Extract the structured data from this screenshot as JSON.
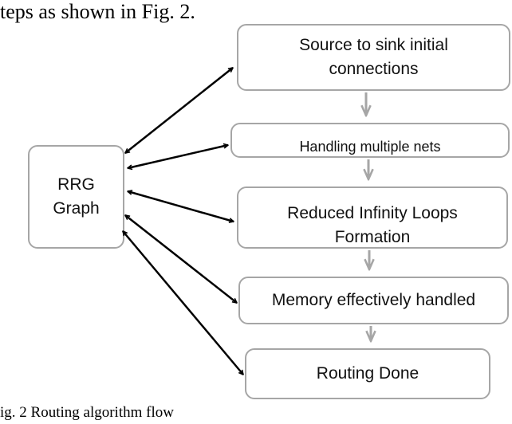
{
  "fragments": {
    "top_text": "teps as shown in Fig. 2.",
    "caption": "ig. 2 Routing algorithm flow"
  },
  "diagram": {
    "rrg": {
      "line1": "RRG",
      "line2": "Graph"
    },
    "steps": [
      {
        "line1": "Source to sink initial",
        "line2": "connections"
      },
      {
        "line1": "Handling multiple nets"
      },
      {
        "line1": "Reduced Infinity Loops",
        "line2": "Formation"
      },
      {
        "line1": "Memory effectively handled"
      },
      {
        "line1": "Routing Done"
      }
    ]
  },
  "colors": {
    "box_border": "#a6a6a6",
    "flow_arrow": "#a6a6a6",
    "link_arrow": "#000000"
  }
}
